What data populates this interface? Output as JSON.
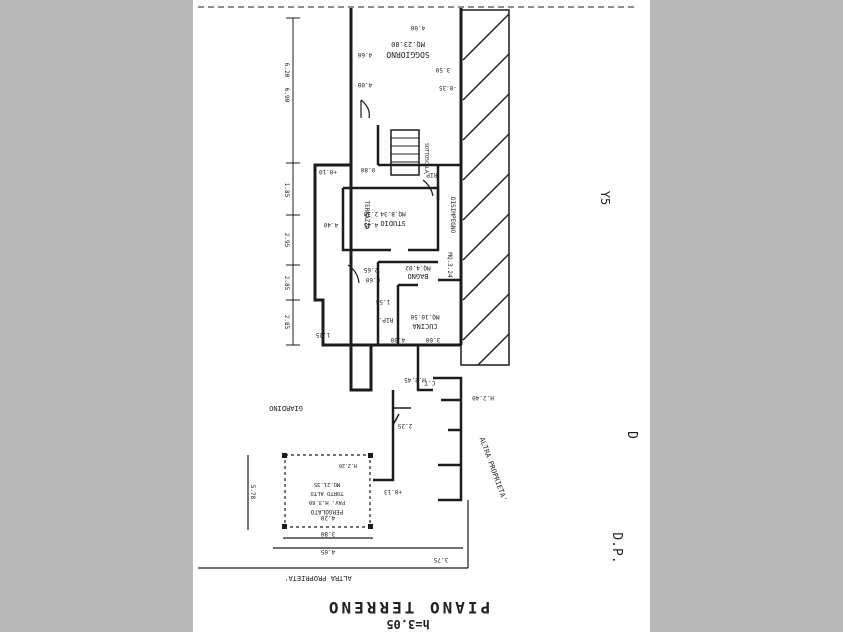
{
  "sheet": {
    "title": "PIANO TERRENO",
    "scale": "h=3.05"
  },
  "colors": {
    "page_background": "#b9b9b9",
    "sheet": "#ffffff",
    "ink": "#1c1c1c"
  },
  "rooms": {
    "soggiorno": {
      "name": "SOGGIORNO",
      "area": "MQ.23.80"
    },
    "studio": {
      "name": "STUDIO",
      "area": "MQ.8.34"
    },
    "bagno": {
      "name": "BAGNO",
      "area": "MQ.4.02"
    },
    "cucina": {
      "name": "CUCINA",
      "area": "MQ.10.50"
    },
    "disimpegno": {
      "name": "DISIMPEGNO",
      "area": "MQ.3.24"
    },
    "ripostiglio": {
      "name": "RIP."
    },
    "ripostiglio_2": {
      "name": "RIP."
    },
    "pergolato": {
      "lines": [
        "PERGOLATO",
        "PAV. H.3.60",
        "TORTO ALTO",
        "MQ.21.35"
      ]
    }
  },
  "areas": {
    "giardino": "GIARDINO",
    "ct": "C.T.",
    "altra_proprieta_side": "ALTRA PROPRIETA'",
    "altra_proprieta_bottom": "ALTRA PROPRIETA'"
  },
  "labels": {
    "terrazza": "TERRAZZA",
    "sottoscala": "SOTTOSCALA",
    "letter_d": "D",
    "letter_ri": "Y5",
    "corner_mark": "D.P."
  },
  "dimensions": {
    "top_width": "4.00",
    "soggiorno_h": "4.00",
    "soggiorno_small": "4.60",
    "dim_350": "3.50",
    "dim_620": "6.20",
    "level_010": "+0.10",
    "level_035": "-0.35",
    "dim_080": "0.80",
    "dim_445": "4.45",
    "dim_230": "2.30",
    "dim_440": "4.40",
    "dim_125": "1.25",
    "dim_060": "0.60",
    "dim_265": "2.65",
    "dim_154": "1.54",
    "dim_300": "3.00",
    "dim_400": "4.00",
    "h_245": "H.2.45",
    "h_240": "H.2.40",
    "dim_225": "2.25",
    "dim_375": "3.75",
    "dim_380": "3.80",
    "dim_405": "4.05",
    "dim_578": "5.78",
    "level_013": "+0.13",
    "dim_420": "4.20",
    "h_220": "H.2.20",
    "vert_1": "6.90",
    "vert_2": "1.85",
    "vert_3": "2.95",
    "vert_4": "2.85",
    "vert_5": "2.85"
  }
}
